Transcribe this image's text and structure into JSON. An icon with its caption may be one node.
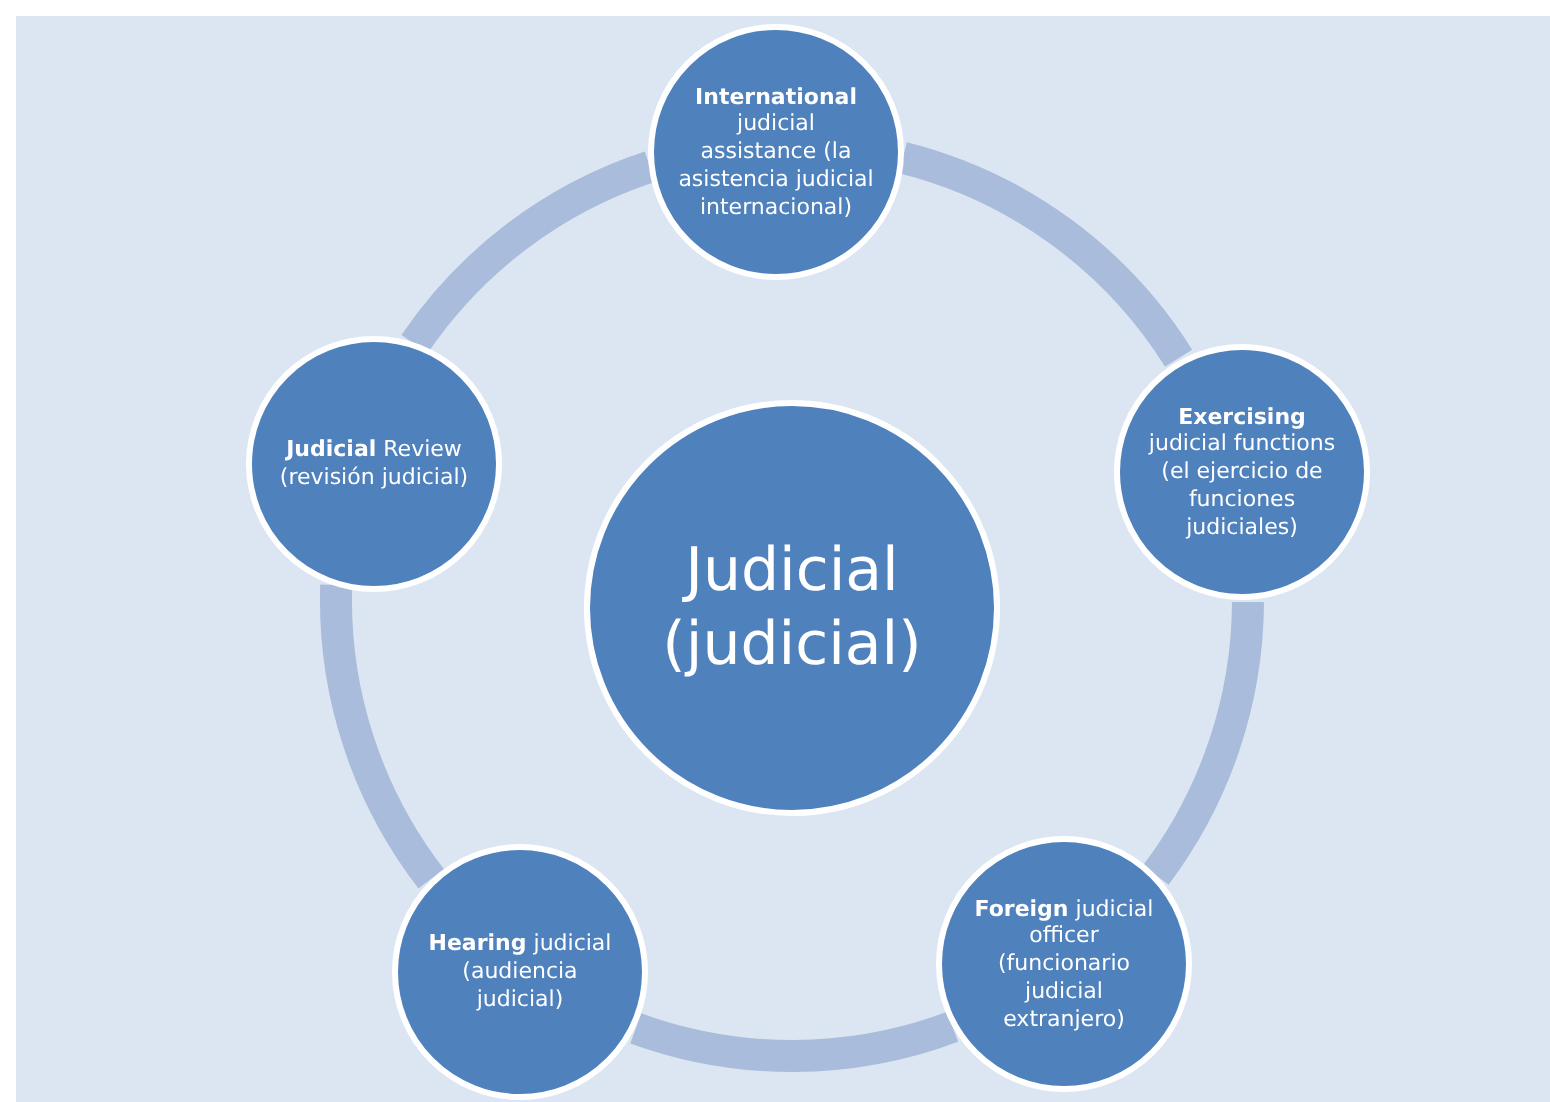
{
  "diagram": {
    "nodes": [
      {
        "text": [
          "Judicial (judicial)"
        ]
      },
      {
        "text": [
          "**International** judicial assistance (la asistencia judicial internacional)"
        ]
      },
      {
        "text": [
          "**Exercising** judicial functions (el ejercicio de funciones judiciales)"
        ]
      },
      {
        "text": [
          "**Foreign** judicial officer (funcionario judicial extranjero)"
        ]
      },
      {
        "text": [
          "**Hearing** judicial (audiencia judicial)"
        ]
      },
      {
        "text": [
          "**Judicial** Review (revisión judicial)"
        ]
      }
    ],
    "edges": [
      {
        "from": 1,
        "to": 2,
        "arrow": "none"
      },
      {
        "from": 2,
        "to": 3,
        "arrow": "none"
      },
      {
        "from": 3,
        "to": 4,
        "arrow": "none"
      },
      {
        "from": 4,
        "to": 5,
        "arrow": "none"
      },
      {
        "from": 5,
        "to": 1,
        "arrow": "none"
      }
    ]
  }
}
